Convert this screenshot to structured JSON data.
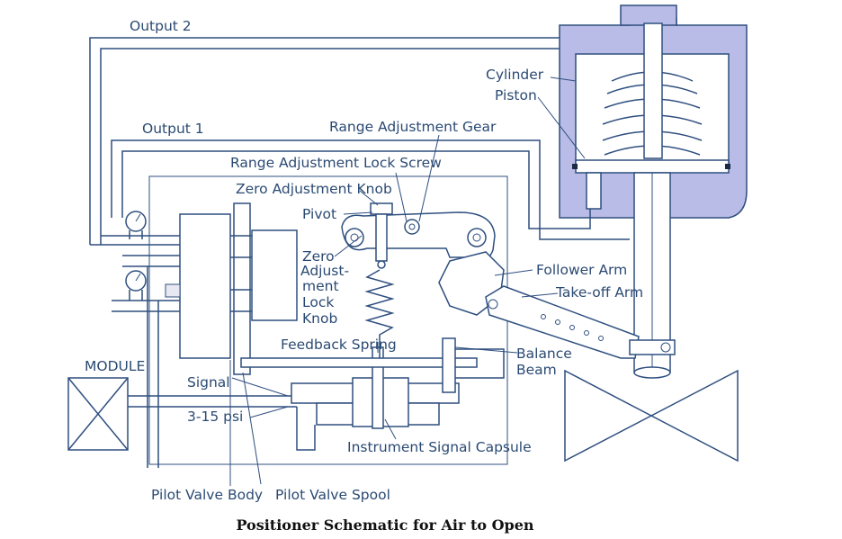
{
  "colors": {
    "line": "#2f4f7f",
    "label": "#2b4a73",
    "cylinder_fill": "#b9bce6",
    "caption": "#111111"
  },
  "labels": {
    "output2": "Output 2",
    "output1": "Output 1",
    "cylinder": "Cylinder",
    "piston": "Piston",
    "range_gear": "Range Adjustment Gear",
    "range_lock_screw": "Range Adjustment Lock Screw",
    "zero_knob": "Zero Adjustment Knob",
    "pivot": "Pivot",
    "zero_lock_1": "Zero",
    "zero_lock_2": "Adjust-",
    "zero_lock_3": "ment",
    "zero_lock_4": "Lock",
    "zero_lock_5": "Knob",
    "follower_arm": "Follower Arm",
    "takeoff_arm": "Take-off Arm",
    "feedback_spring": "Feedback Spring",
    "balance_beam_1": "Balance",
    "balance_beam_2": "Beam",
    "module": "MODULE",
    "signal": "Signal",
    "signal_range": "3-15 psi",
    "capsule": "Instrument Signal Capsule",
    "pilot_body": "Pilot Valve Body",
    "pilot_spool": "Pilot Valve Spool"
  },
  "caption": "Positioner Schematic for Air to Open"
}
